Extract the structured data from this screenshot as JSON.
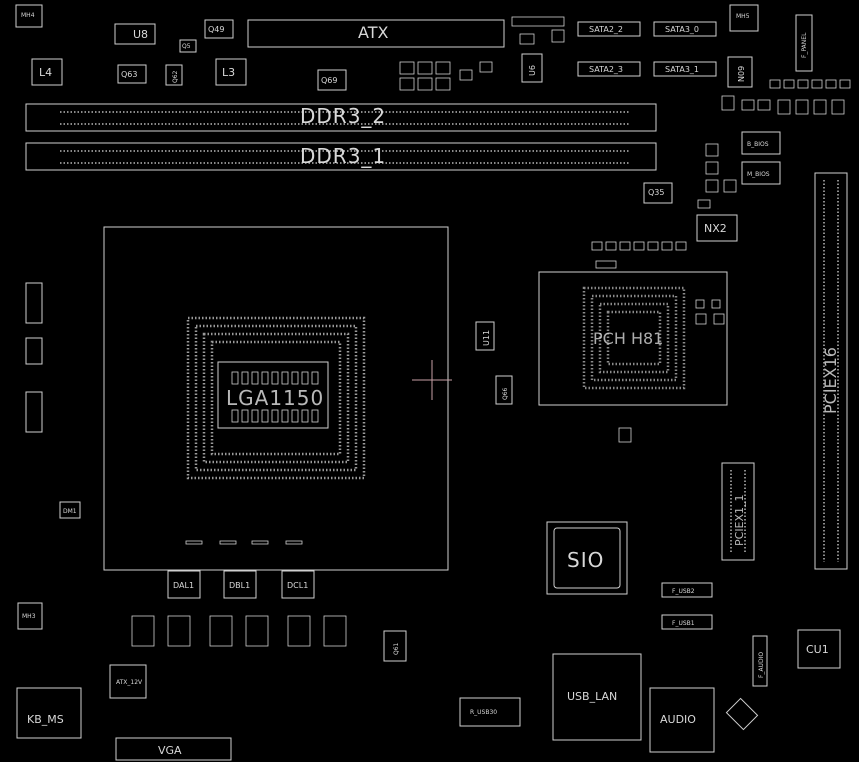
{
  "labels": {
    "mh4": "MH4",
    "u8": "U8",
    "q49": "Q49",
    "q5": "Q5",
    "atx": "ATX",
    "sata2_2": "SATA2_2",
    "sata3_0": "SATA3_0",
    "sata2_3": "SATA2_3",
    "sata3_1": "SATA3_1",
    "mh5": "MH5",
    "f_panel": "F_PANEL",
    "l4": "L4",
    "q63": "Q63",
    "q62": "Q62",
    "l3": "L3",
    "q69": "Q69",
    "u6": "U6",
    "n09": "N09",
    "ddr3_2": "DDR3_2",
    "ddr3_1": "DDR3_1",
    "b_bios": "B_BIOS",
    "m_bios": "M_BIOS",
    "q35": "Q35",
    "nx2": "NX2",
    "pch": "PCH H81",
    "lga": "LGA1150",
    "u11": "U11",
    "q66": "Q66",
    "pciex16": "PCIEX16",
    "pciex1_1": "PCIEX1_1",
    "sio": "SIO",
    "dal1": "DAL1",
    "dbl1": "DBL1",
    "dcl1": "DCL1",
    "dm1": "DM1",
    "mh3": "MH3",
    "atx_12v": "ATX_12V",
    "q61": "Q61",
    "f_usb2": "F_USB2",
    "f_usb1": "F_USB1",
    "cu1": "CU1",
    "f_audio": "F_AUDIO",
    "kb_ms": "KB_MS",
    "vga": "VGA",
    "r_usb30": "R_USB30",
    "usb_lan": "USB_LAN",
    "audio": "AUDIO"
  }
}
